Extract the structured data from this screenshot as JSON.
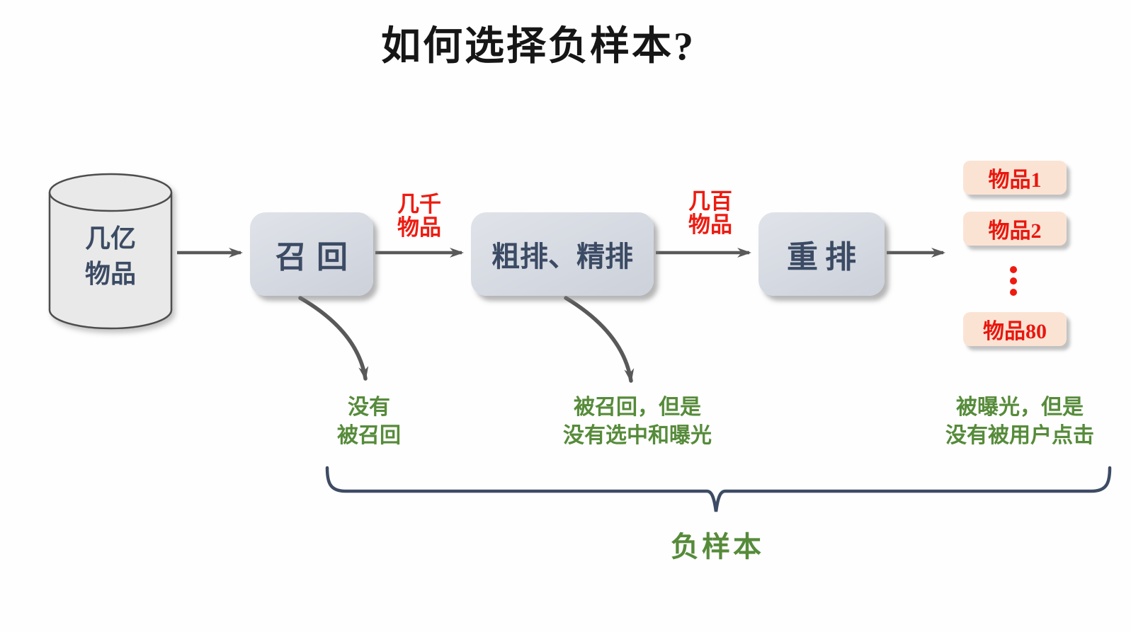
{
  "title": "如何选择负样本?",
  "source": {
    "line1": "几亿",
    "line2": "物品"
  },
  "stages": {
    "recall": "召回",
    "ranking": "粗排、精排",
    "rerank": "重排"
  },
  "edge_labels": {
    "after_recall": {
      "line1": "几千",
      "line2": "物品"
    },
    "after_ranking": {
      "line1": "几百",
      "line2": "物品"
    }
  },
  "results": {
    "item1": "物品1",
    "item2": "物品2",
    "item_last": "物品80"
  },
  "annotations": {
    "not_recalled": {
      "line1": "没有",
      "line2": "被召回"
    },
    "recalled_not_exposed": {
      "line1": "被召回，但是",
      "line2": "没有选中和曝光"
    },
    "exposed_not_clicked": {
      "line1": "被曝光，但是",
      "line2": "没有被用户点击"
    }
  },
  "brace_label": "负样本",
  "colors": {
    "title_text": "#161616",
    "red_accent": "#ee1b10",
    "green_accent": "#568b3a",
    "slate_text": "#3c4b64",
    "stage_fill": "#d5d9e0",
    "item_fill": "#fbe3d4",
    "cylinder_fill": "#e9e9e9",
    "arrow_gray": "#595959",
    "brace": "#3d4b64"
  }
}
